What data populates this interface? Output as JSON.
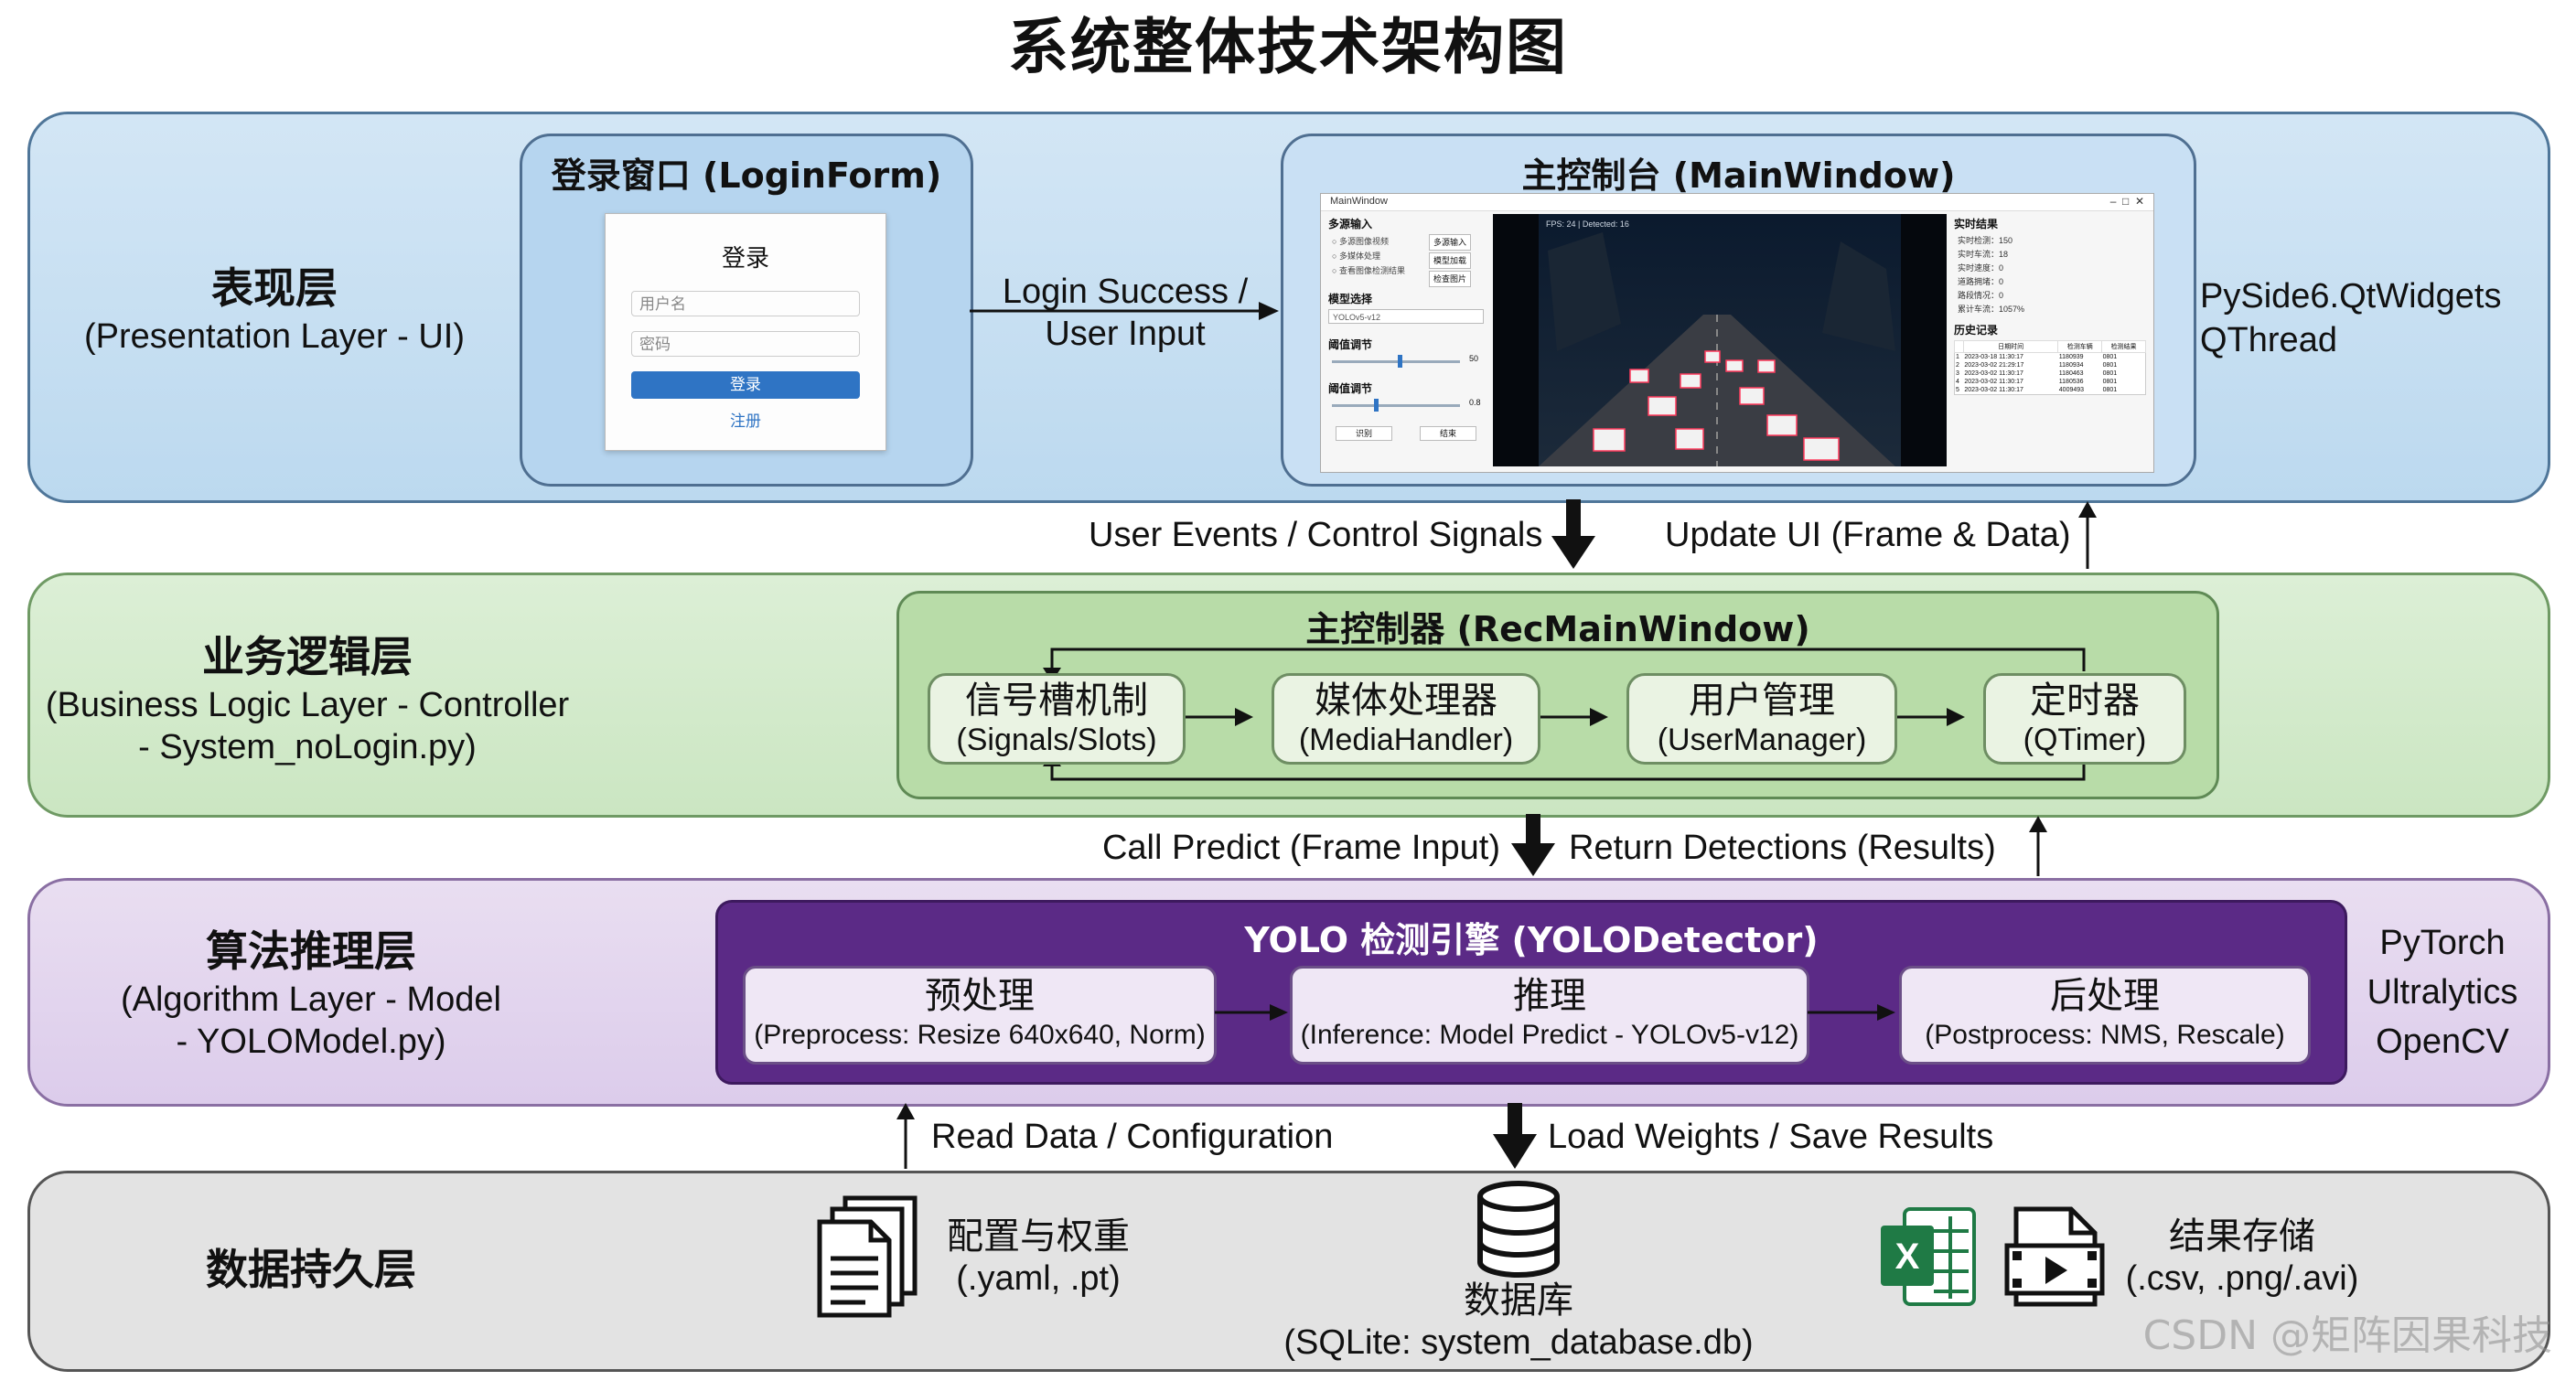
{
  "title": "系统整体技术架构图",
  "layers": {
    "presentation": {
      "zh": "表现层",
      "en": "(Presentation Layer - UI)",
      "tech": [
        "PySide6.QtWidgets",
        "QThread"
      ]
    },
    "business": {
      "zh": "业务逻辑层",
      "en_lines": [
        "(Business Logic Layer - Controller",
        "- System_noLogin.py)"
      ]
    },
    "algorithm": {
      "zh": "算法推理层",
      "en_lines": [
        "(Algorithm Layer - Model",
        "- YOLOModel.py)"
      ],
      "tech": [
        "PyTorch",
        "Ultralytics",
        "OpenCV"
      ]
    },
    "data": {
      "zh": "数据持久层"
    }
  },
  "login": {
    "title": "登录窗口 (LoginForm)",
    "form_title": "登录",
    "username_placeholder": "用户名",
    "password_placeholder": "密码",
    "login_button": "登录",
    "register_link": "注册"
  },
  "mainwindow": {
    "title": "主控制台 (MainWindow)",
    "window_title": "MainWindow",
    "left": {
      "source_header": "多源输入",
      "options": [
        "多源图像视频",
        "多媒体处理",
        "查看图像检测结果"
      ],
      "buttons": [
        "多源输入",
        "模型加载",
        "检查图片"
      ],
      "model_header": "模型选择",
      "model_value": "YOLOv5-v12",
      "threshold1": "阈值调节",
      "threshold1_value": "50",
      "threshold2": "阈值调节",
      "threshold2_value": "0.8",
      "bottom_buttons": [
        "识别",
        "结束"
      ]
    },
    "video_overlay": "FPS: 24 | Detected: 16",
    "right": {
      "result_header": "实时结果",
      "stats": [
        "实时检测：150",
        "实时车流：18",
        "实时速度：0",
        "道路拥堵：0",
        "路段情况：0",
        "累计车流：1057%"
      ],
      "history_header": "历史记录",
      "history_cols": [
        "",
        "日期时间",
        "检测车辆",
        "检测结果"
      ],
      "history_rows": [
        [
          "1",
          "2023-03-18 11:30:17",
          "1180939",
          "0801"
        ],
        [
          "2",
          "2023-03-02 21:29:17",
          "1180934",
          "0801"
        ],
        [
          "3",
          "2023-03-02 11:30:17",
          "1180463",
          "0801"
        ],
        [
          "4",
          "2023-03-02 11:30:17",
          "1180536",
          "0801"
        ],
        [
          "5",
          "2023-03-02 11:30:17",
          "4009493",
          "0801"
        ]
      ]
    }
  },
  "edges": {
    "login_to_main": [
      "Login Success /",
      "User Input"
    ],
    "ui_to_biz": "User Events / Control Signals",
    "biz_to_ui": "Update UI (Frame & Data)",
    "biz_to_alg": "Call Predict (Frame Input)",
    "alg_to_biz": "Return Detections (Results)",
    "data_to_alg": "Read Data / Configuration",
    "alg_to_data": "Load Weights / Save Results"
  },
  "controller": {
    "title": "主控制器 (RecMainWindow)",
    "modules": [
      {
        "zh": "信号槽机制",
        "en": "(Signals/Slots)"
      },
      {
        "zh": "媒体处理器",
        "en": "(MediaHandler)"
      },
      {
        "zh": "用户管理",
        "en": "(UserManager)"
      },
      {
        "zh": "定时器",
        "en": "(QTimer)"
      }
    ]
  },
  "detector": {
    "title": "YOLO 检测引擎 (YOLODetector)",
    "stages": [
      {
        "zh": "预处理",
        "en": "(Preprocess: Resize 640x640, Norm)"
      },
      {
        "zh": "推理",
        "en": "(Inference: Model Predict - YOLOv5-v12)"
      },
      {
        "zh": "后处理",
        "en": "(Postprocess: NMS, Rescale)"
      }
    ]
  },
  "storage": {
    "config": {
      "zh": "配置与权重",
      "en": "(.yaml, .pt)"
    },
    "db": {
      "zh": "数据库",
      "en": "(SQLite: system_database.db)"
    },
    "results": {
      "zh": "结果存储",
      "en": "(.csv, .png/.avi)"
    }
  },
  "watermark": "CSDN @矩阵因果科技",
  "colors": {
    "ui": "#c6dff2",
    "business": "#d3eacb",
    "algorithm": "#e3d5ee",
    "data": "#e3e3e3",
    "detector": "#5b2a86",
    "excel": "#1f7a45"
  }
}
